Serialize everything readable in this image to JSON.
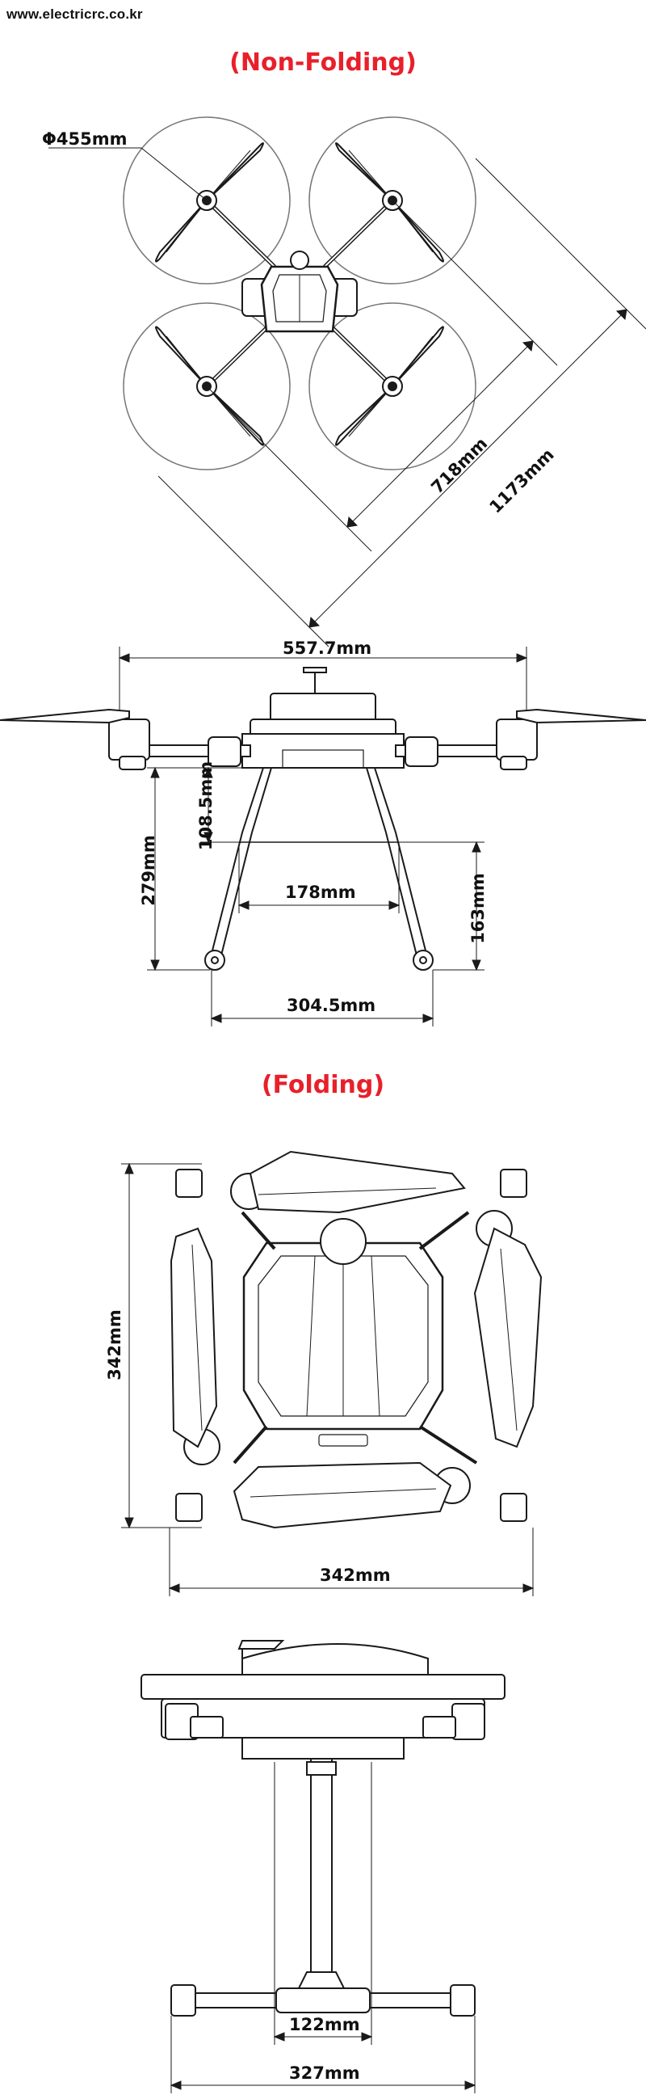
{
  "watermark": "www.electricrc.co.kr",
  "colors": {
    "title": "#e8202a",
    "line": "#1a1a1a",
    "body": "#ffffff"
  },
  "non_folding": {
    "title": "(Non-Folding)",
    "prop_diameter": "Φ455mm",
    "diag_motor": "718mm",
    "diag_overall": "1173mm",
    "width_arms": "557.7mm",
    "body_height": "108.5mm",
    "total_height": "279mm",
    "gear_inner": "178mm",
    "gear_height": "163mm",
    "gear_outer": "304.5mm"
  },
  "folding": {
    "title": "(Folding)",
    "depth": "342mm",
    "width": "342mm",
    "mount_inner": "122mm",
    "skid_width": "327mm"
  }
}
